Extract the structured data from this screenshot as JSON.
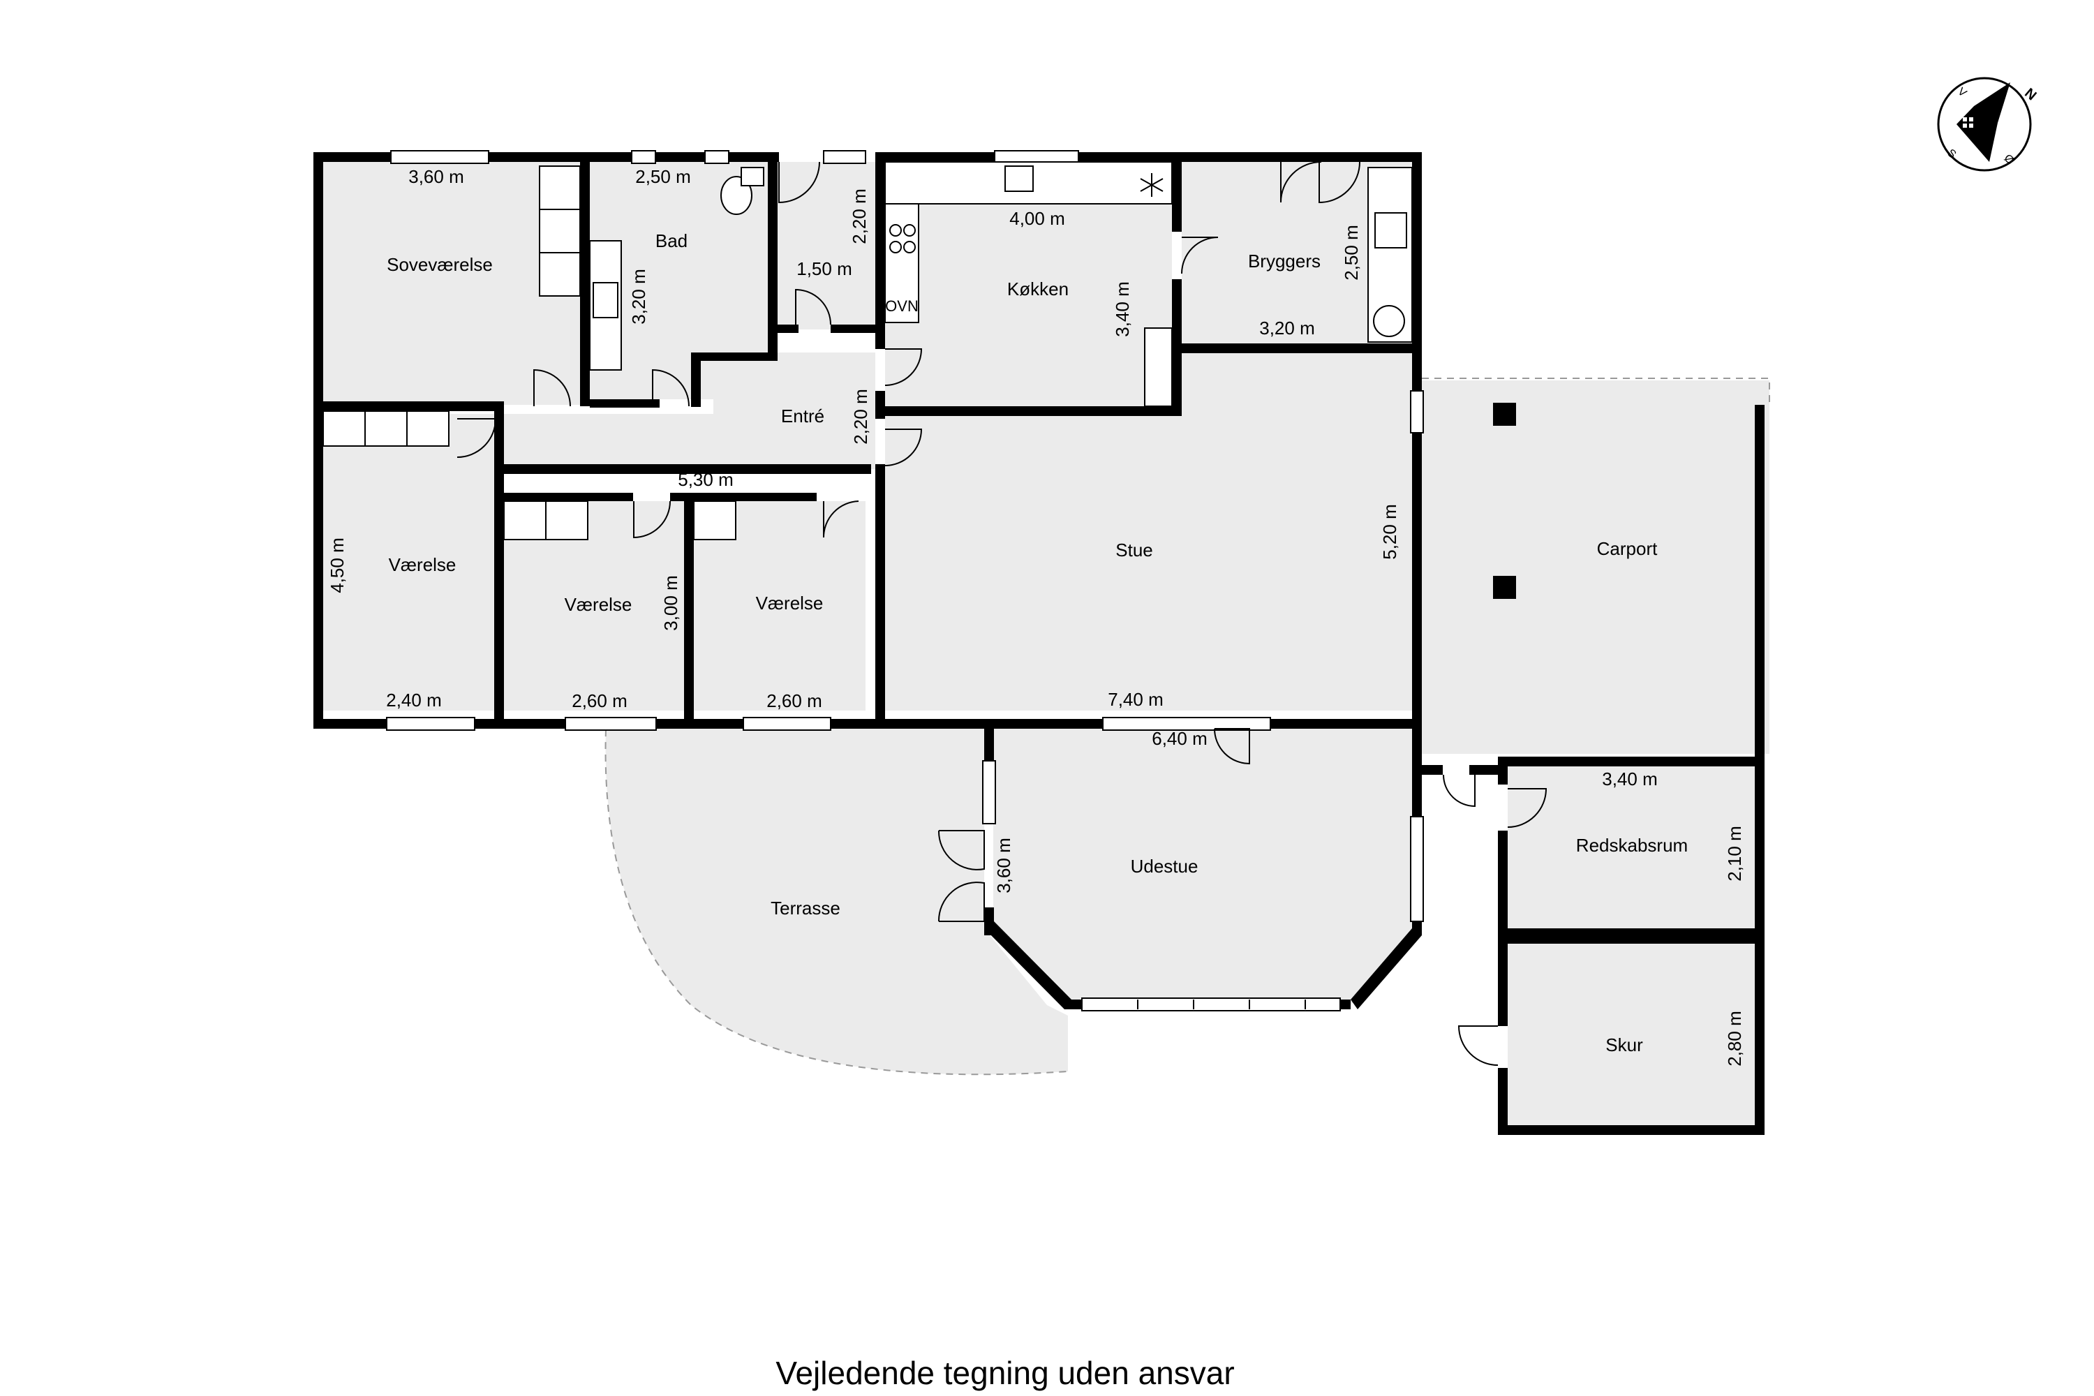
{
  "footer": {
    "disclaimer": "Vejledende tegning uden ansvar"
  },
  "compass": {
    "n": "N",
    "o": "Ø",
    "s": "S",
    "v": "V",
    "icon": "compass-house-icon"
  },
  "fixtures": {
    "oven": "OVN"
  },
  "rooms": {
    "sovevaerelse": "Soveværelse",
    "bad": "Bad",
    "koekken": "Køkken",
    "bryggers": "Bryggers",
    "entre": "Entré",
    "vaerelse1": "Værelse",
    "vaerelse2": "Værelse",
    "vaerelse3": "Værelse",
    "stue": "Stue",
    "carport": "Carport",
    "udestue": "Udestue",
    "terrasse": "Terrasse",
    "redskabsrum": "Redskabsrum",
    "skur": "Skur"
  },
  "dimensions": {
    "sovevaerelse_w": "3,60 m",
    "bad_w": "2,50 m",
    "bad_h": "3,20 m",
    "hall_h": "2,20 m",
    "hall_w": "1,50 m",
    "koekken_w": "4,00 m",
    "koekken_h": "3,40 m",
    "bryggers_h": "2,50 m",
    "bryggers_w": "3,20 m",
    "entre_h": "2,20 m",
    "entre_w": "5,30 m",
    "vaerelse1_h": "4,50 m",
    "vaerelse1_w": "2,40 m",
    "vaerelse2_w": "2,60 m",
    "vaerelse2_h": "3,00 m",
    "vaerelse3_w": "2,60 m",
    "stue_w": "7,40 m",
    "stue_h": "5,20 m",
    "udestue_w": "6,40 m",
    "udestue_h": "3,60 m",
    "redskabsrum_w": "3,40 m",
    "redskabsrum_h": "2,10 m",
    "skur_h": "2,80 m"
  }
}
